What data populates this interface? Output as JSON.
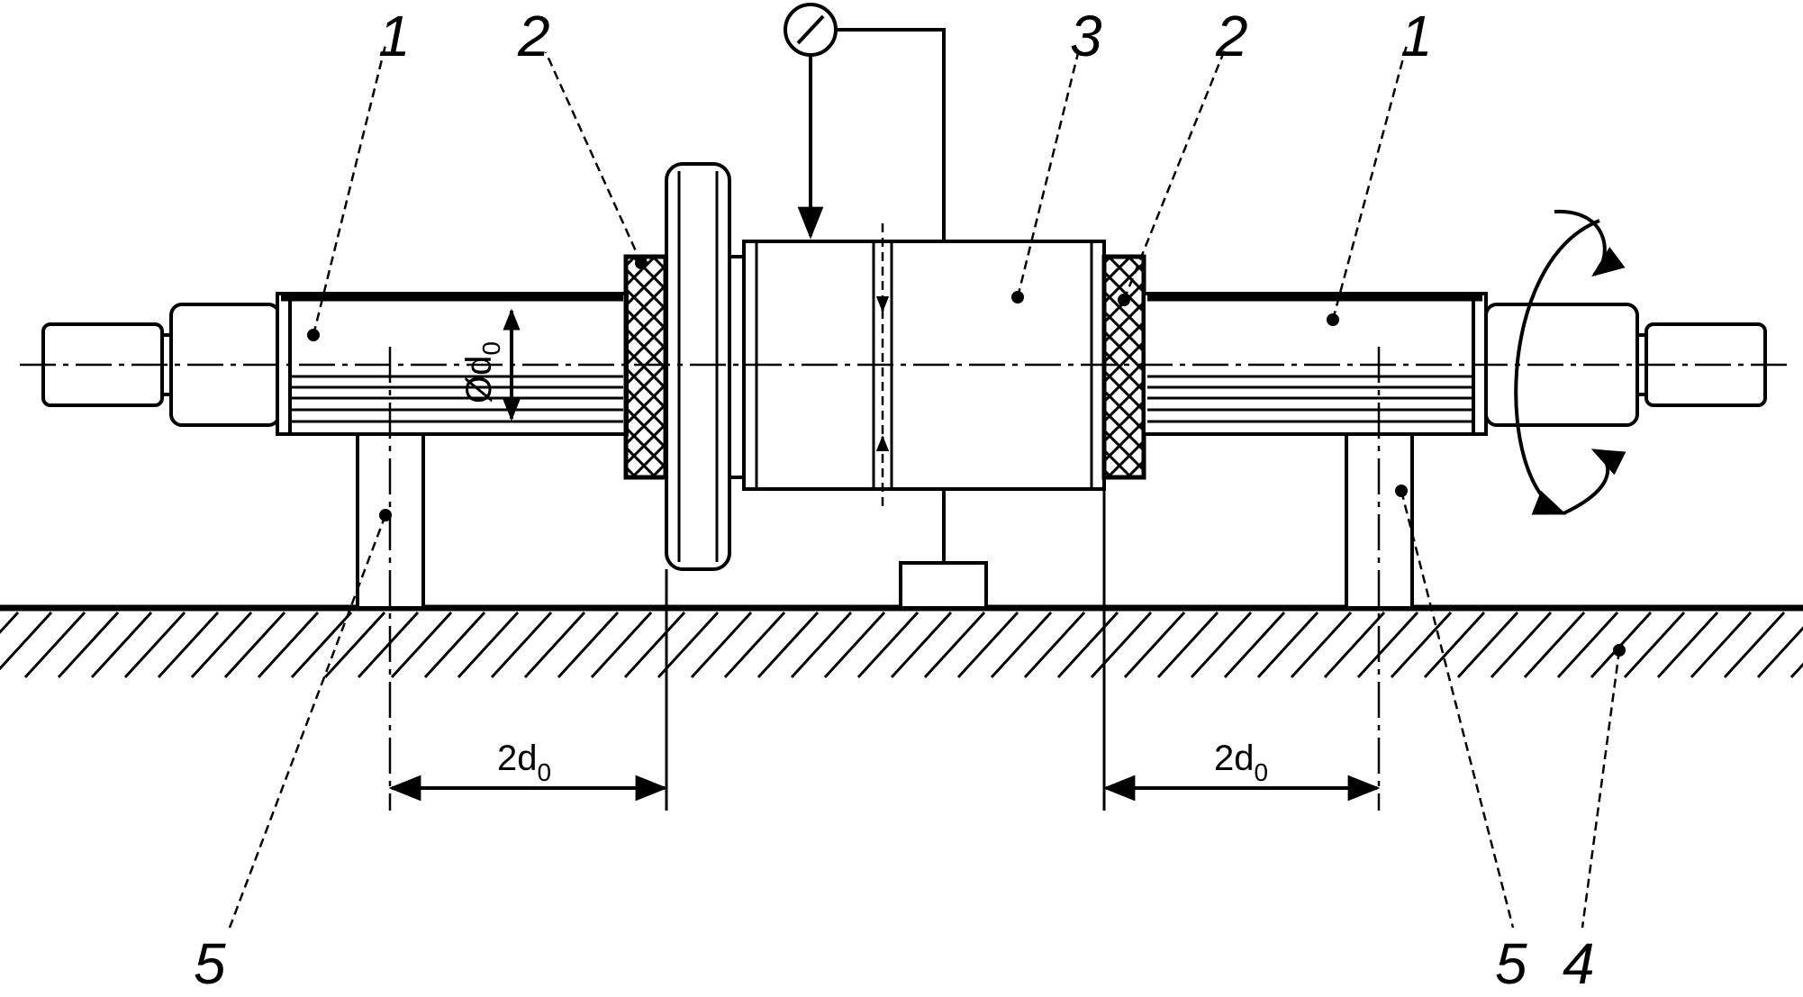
{
  "labels": {
    "shaft_left": "1",
    "shaft_right": "1",
    "coupling_left": "2",
    "coupling_right": "2",
    "transducer": "3",
    "base": "4",
    "support_left": "5",
    "support_right": "5"
  },
  "dimensions": {
    "diameter_main": "Ød",
    "diameter_sub": "0",
    "span_left_main": "2d",
    "span_left_sub": "0",
    "span_right_main": "2d",
    "span_right_sub": "0"
  },
  "icons": {
    "gauge": "dial-gauge-icon",
    "rotation": "rotation-arrow-icon"
  }
}
